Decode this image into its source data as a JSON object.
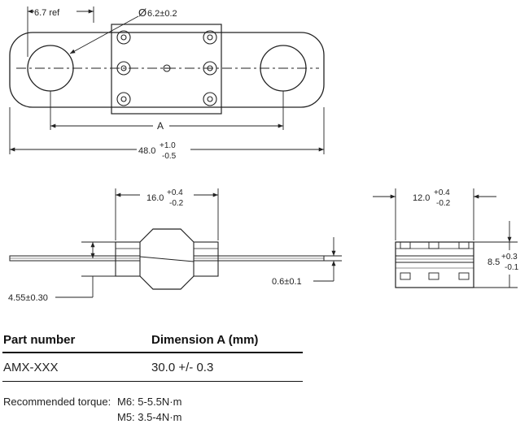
{
  "top_view": {
    "ref_label": "6.7 ref",
    "diameter_symbol": "Ø",
    "diameter_value": "6.2±0.2",
    "dim_a_label": "A",
    "length_base": "48.0",
    "length_tol_upper": "+1.0",
    "length_tol_lower": "-0.5"
  },
  "side_view": {
    "width_base": "16.0",
    "width_tol_upper": "+0.4",
    "width_tol_lower": "-0.2",
    "offset_label": "4.55±0.30",
    "thickness_label": "0.6±0.1"
  },
  "end_view": {
    "width_base": "12.0",
    "width_tol_upper": "+0.4",
    "width_tol_lower": "-0.2",
    "height_base": "8.5",
    "height_tol_upper": "+0.3",
    "height_tol_lower": "-0.1"
  },
  "table": {
    "headers": [
      "Part number",
      "Dimension A (mm)"
    ],
    "rows": [
      [
        "AMX-XXX",
        "30.0 +/- 0.3"
      ]
    ]
  },
  "torque": {
    "label": "Recommended torque:",
    "m6": "M6: 5-5.5N·m",
    "m5": "M5: 3.5-4N·m"
  }
}
